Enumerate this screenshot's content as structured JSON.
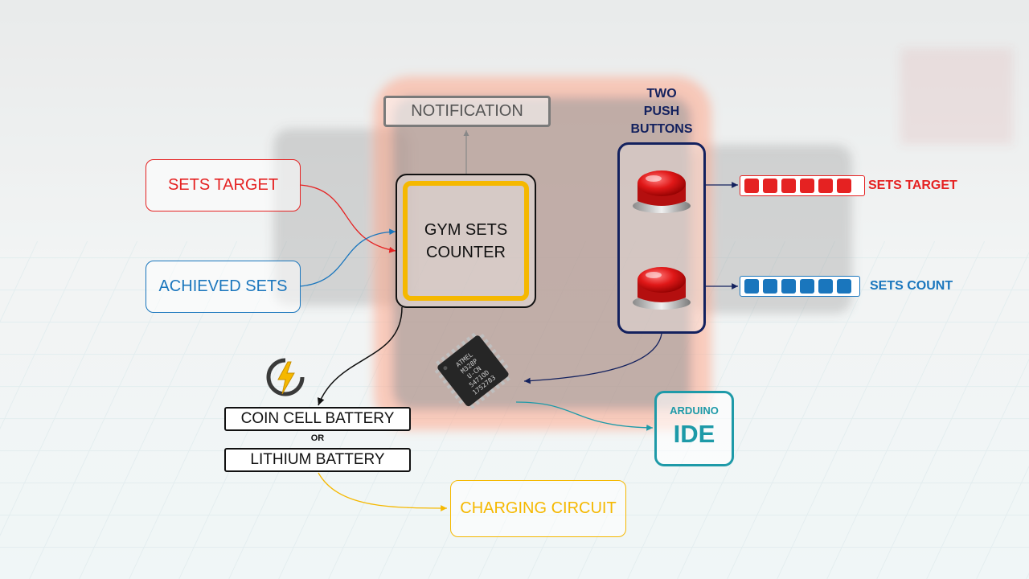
{
  "diagram": {
    "center_box": "GYM SETS\nCOUNTER",
    "notification": "NOTIFICATION",
    "sets_target_input": "SETS TARGET",
    "achieved_sets_input": "ACHIEVED SETS",
    "push_buttons_title": "TWO\nPUSH\nBUTTONS",
    "sets_target_display": "SETS TARGET",
    "sets_count_display": "SETS COUNT",
    "battery_option_1": "COIN CELL BATTERY",
    "battery_or": "OR",
    "battery_option_2": "LITHIUM BATTERY",
    "charging_circuit": "CHARGING CIRCUIT",
    "arduino_label": "ARDUINO",
    "ide_label": "IDE",
    "chip_text": [
      "ATMEL",
      "M328P",
      "U-CN",
      "5471OD",
      "1752783"
    ]
  },
  "colors": {
    "red": "#e52222",
    "blue": "#1a76bd",
    "yellow": "#f5b800",
    "navy": "#13215e",
    "teal": "#1e9aa8",
    "gray": "#6e6e6e",
    "black": "#111111"
  },
  "leds": {
    "target_count": 6,
    "count_count": 6
  }
}
